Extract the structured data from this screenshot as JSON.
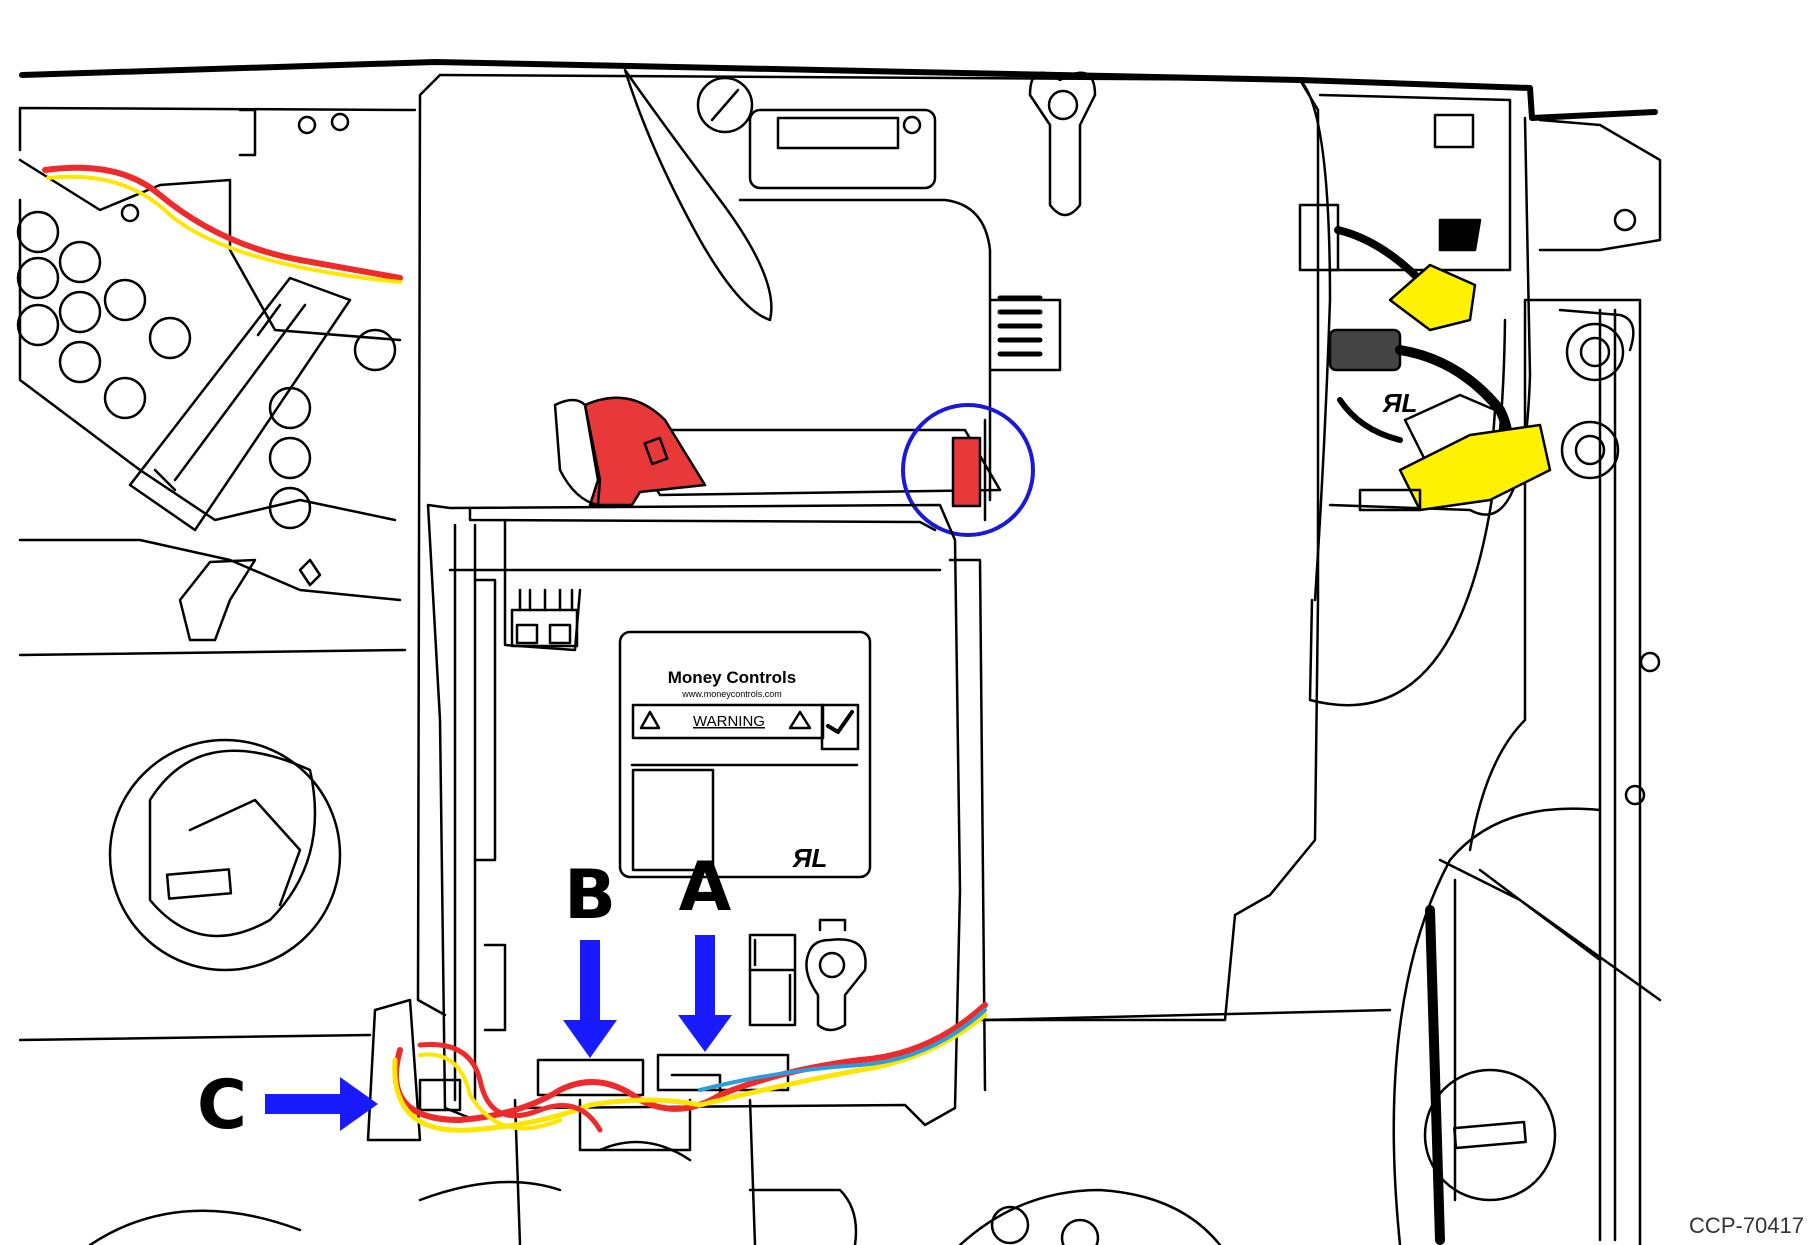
{
  "label_plate": {
    "brand": "Money Controls",
    "url": "www.moneycontrols.com",
    "warning": "WARNING",
    "ul_mark": "ЯL"
  },
  "side_ul_mark": "ЯL",
  "callouts": {
    "a": "A",
    "b": "B",
    "c": "C"
  },
  "reference_id": "CCP-70417",
  "colors": {
    "line": "#000000",
    "latch": "#e8383a",
    "highlight_circle": "#1a1ad6",
    "arrow": "#1a1aff",
    "wire_red": "#ee2a2a",
    "wire_yellow": "#ffe600",
    "wire_blue": "#2a9de0",
    "sleeve_yellow": "#fff200"
  }
}
